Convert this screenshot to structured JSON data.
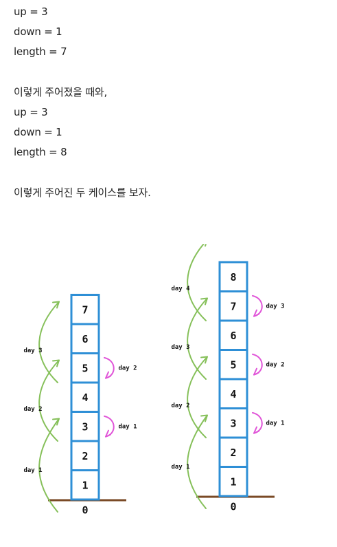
{
  "text": {
    "case1": [
      "up = 3",
      "down = 1",
      "length = 7"
    ],
    "sentence1": "이렇게 주어졌을 때와,",
    "case2": [
      "up = 3",
      "down = 1",
      "length = 8"
    ],
    "sentence2": "이렇게 주어진 두 케이스를 보자."
  },
  "diagram": {
    "colors": {
      "box": "#2e8fd6",
      "up_arrow": "#86c05a",
      "down_arrow": "#e055d8",
      "ground": "#7a4a26",
      "text": "#111111"
    },
    "tower_a": {
      "labels": [
        "1",
        "2",
        "3",
        "4",
        "5",
        "6",
        "7"
      ],
      "ground_label": "0",
      "up_labels": [
        "day 1",
        "day 2",
        "day 3"
      ],
      "down_labels": [
        "day 1",
        "day 2"
      ]
    },
    "tower_b": {
      "labels": [
        "1",
        "2",
        "3",
        "4",
        "5",
        "6",
        "7",
        "8"
      ],
      "ground_label": "0",
      "up_labels": [
        "day 1",
        "day 2",
        "day 3",
        "day 4"
      ],
      "down_labels": [
        "day 1",
        "day 2",
        "day 3"
      ]
    }
  }
}
